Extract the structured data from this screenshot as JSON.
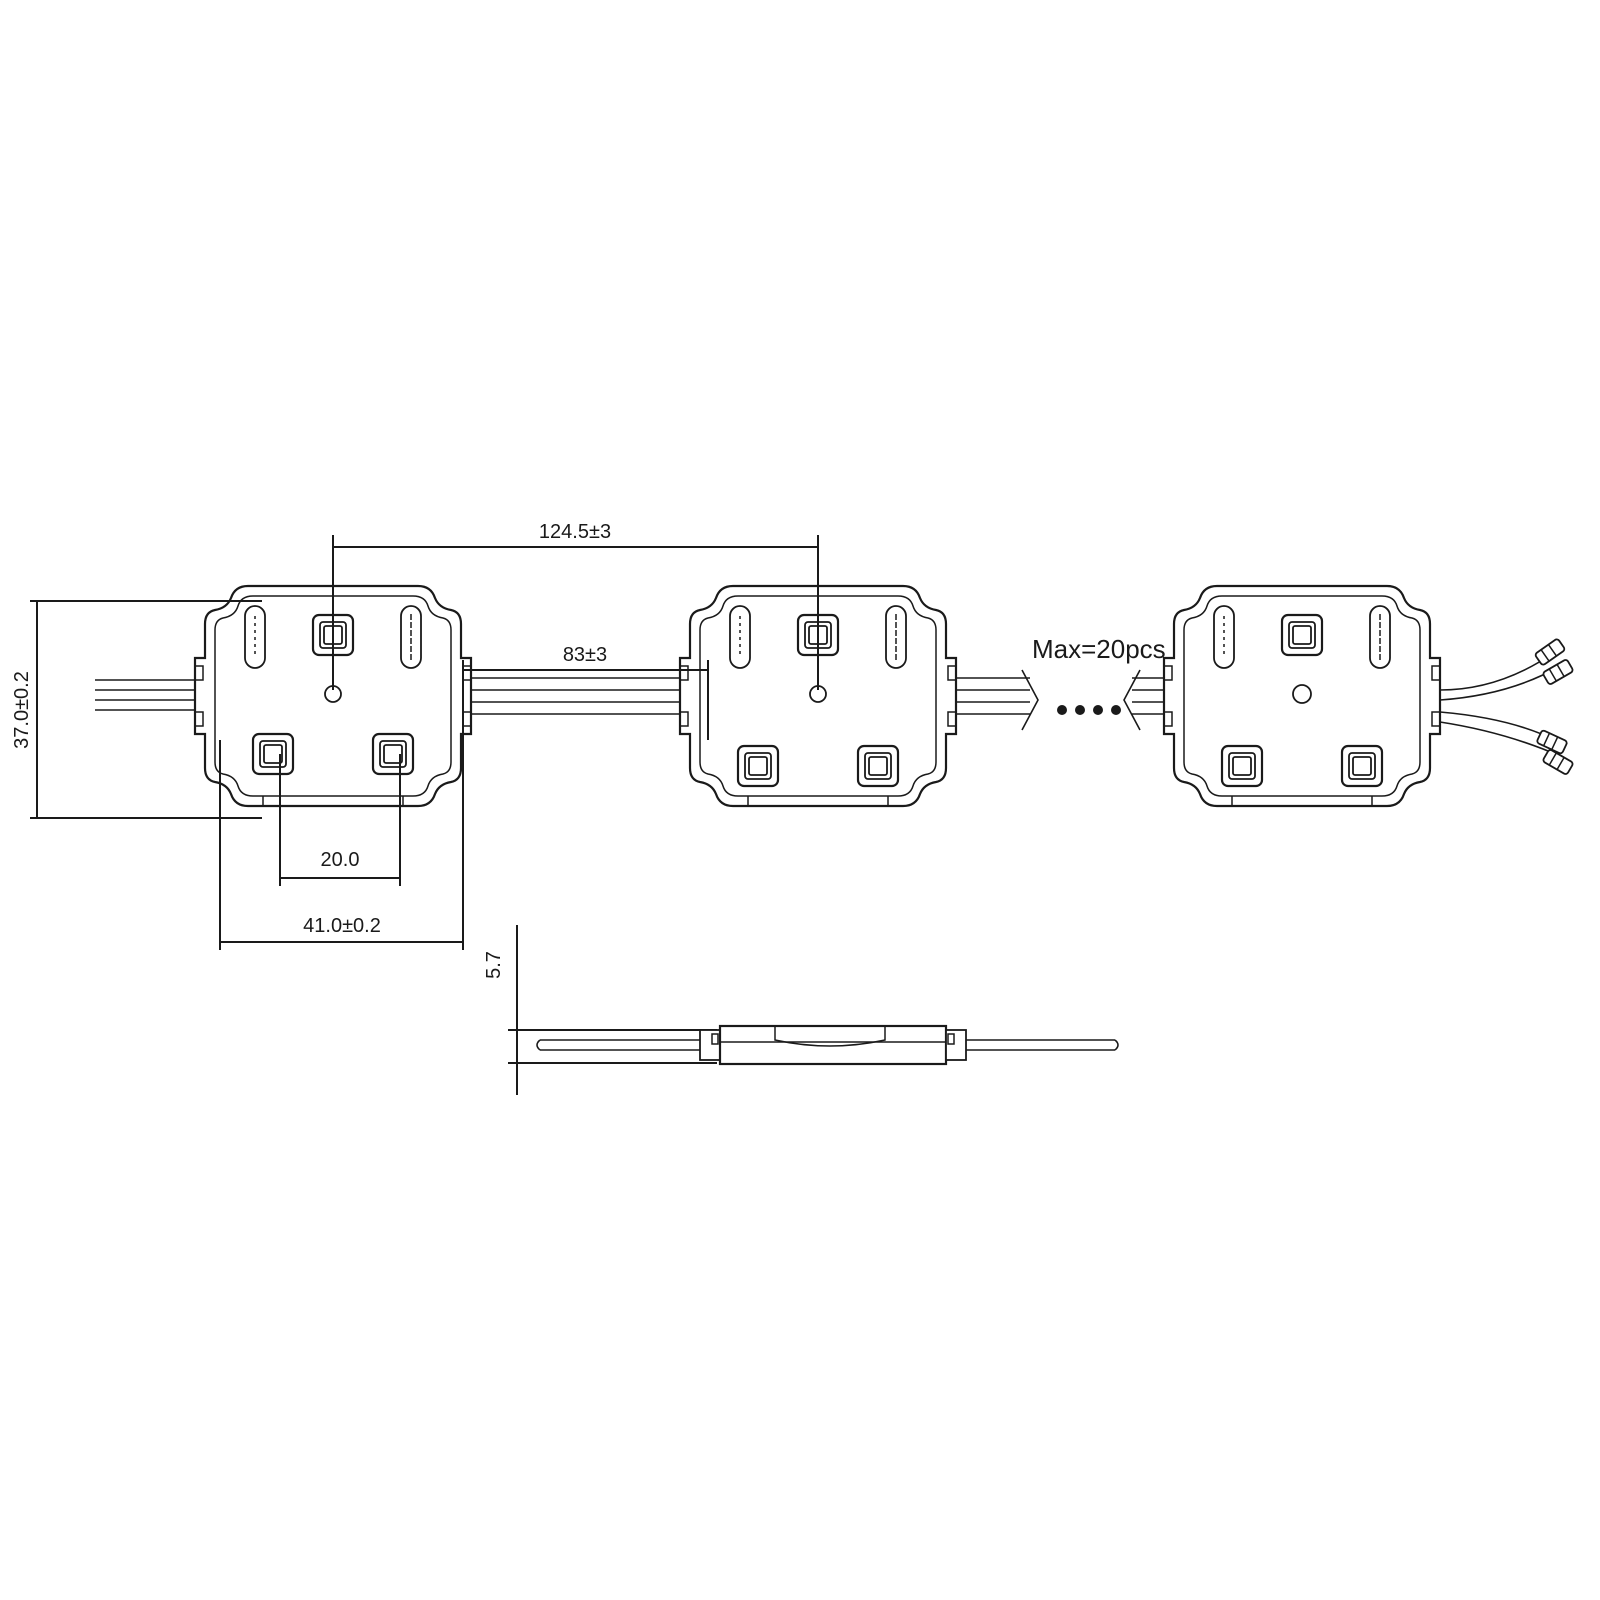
{
  "dimensions": {
    "pitch": "124.5±3",
    "cable_gap": "83±3",
    "module_height": "37.0±0.2",
    "module_width": "41.0±0.2",
    "led_spacing": "20.0",
    "thickness": "5.7"
  },
  "note": {
    "max_pcs": "Max=20pcs"
  },
  "colors": {
    "line": "#1a1a1a",
    "background": "#ffffff"
  }
}
